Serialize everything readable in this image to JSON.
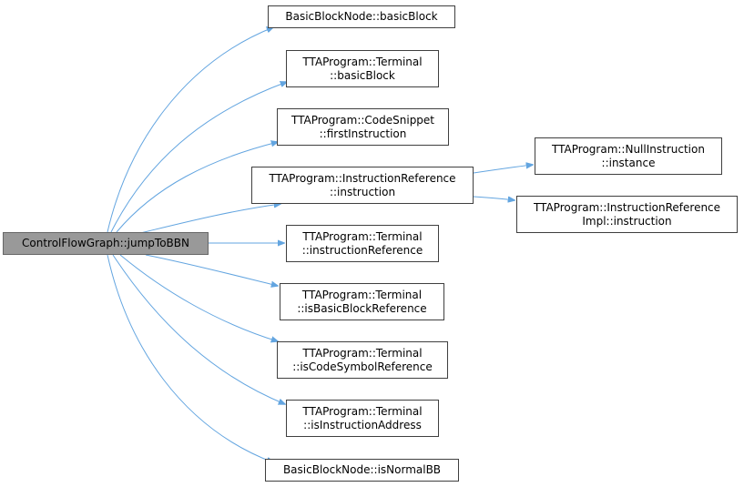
{
  "root": {
    "label": "ControlFlowGraph::jumpToBBN"
  },
  "callees": [
    {
      "line1": "BasicBlockNode::basicBlock",
      "line2": ""
    },
    {
      "line1": "TTAProgram::Terminal",
      "line2": "::basicBlock"
    },
    {
      "line1": "TTAProgram::CodeSnippet",
      "line2": "::firstInstruction"
    },
    {
      "line1": "TTAProgram::InstructionReference",
      "line2": "::instruction"
    },
    {
      "line1": "TTAProgram::Terminal",
      "line2": "::instructionReference"
    },
    {
      "line1": "TTAProgram::Terminal",
      "line2": "::isBasicBlockReference"
    },
    {
      "line1": "TTAProgram::Terminal",
      "line2": "::isCodeSymbolReference"
    },
    {
      "line1": "TTAProgram::Terminal",
      "line2": "::isInstructionAddress"
    },
    {
      "line1": "BasicBlockNode::isNormalBB",
      "line2": ""
    }
  ],
  "sub_callees": [
    {
      "line1": "TTAProgram::NullInstruction",
      "line2": "::instance"
    },
    {
      "line1": "TTAProgram::InstructionReference",
      "line2": "Impl::instruction"
    }
  ],
  "colors": {
    "edge": "#63a5e0",
    "root_fill": "#999999",
    "node_border": "#3f3f3f"
  }
}
